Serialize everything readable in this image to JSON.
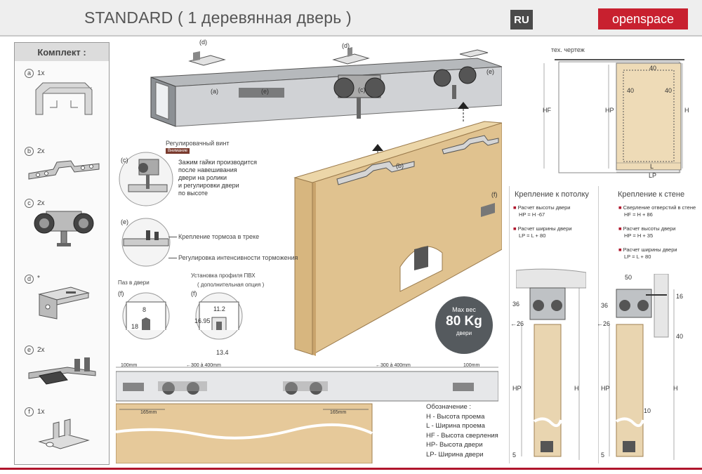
{
  "header": {
    "title": "STANDARD ( 1 деревянная дверь )",
    "lang": "RU",
    "logo_text": "openspace",
    "brand_color": "#c8202f"
  },
  "kit": {
    "title": "Комплект :",
    "items": [
      {
        "letter": "a",
        "qty": "1x",
        "icon": "aluminium-track-profile"
      },
      {
        "letter": "b",
        "qty": "2x",
        "icon": "door-mounting-plate"
      },
      {
        "letter": "c",
        "qty": "2x",
        "icon": "roller-carriage"
      },
      {
        "letter": "d",
        "qty": "*",
        "icon": "ceiling-bracket"
      },
      {
        "letter": "e",
        "qty": "2x",
        "icon": "track-stopper"
      },
      {
        "letter": "f",
        "qty": "1x",
        "icon": "floor-guide"
      }
    ]
  },
  "callouts": {
    "a": "(a)",
    "b": "(b)",
    "c": "(c)",
    "d": "(d)",
    "e": "(e)",
    "f": "(f)"
  },
  "adjust": {
    "title": "Регулировачный винт",
    "warning": "Внимание",
    "note_lines": [
      "Зажим гайки производится",
      "после навешивания",
      "двери на ролики",
      "и регулировки двери",
      "по высоте"
    ]
  },
  "brake": {
    "line1": "Крепление тормоза в треке",
    "line2": "Регулировка интенсивности торможения"
  },
  "groove": {
    "title": "Паз в двери",
    "dim_8": "8",
    "dim_18": "18"
  },
  "pvc": {
    "title": "Установка профиля ПВХ",
    "subtitle": "( дополнительная опция )",
    "dim_112": "11.2",
    "dim_1695": "16.95",
    "dim_134": "13.4"
  },
  "weight": {
    "label": "Max вес",
    "value": "80 Kg",
    "unit": "двери"
  },
  "track_plan": {
    "dim_left": "100mm",
    "dim_mid_left": "←300 à 400mm",
    "dim_mid_right": "←300 à 400mm",
    "dim_right": "100mm",
    "door_left": "165mm",
    "door_right": "165mm"
  },
  "legend": {
    "title": "Обозначение :",
    "items": [
      "H - Высота проема",
      "L - Ширина проема",
      "HF - Высота сверления",
      "HP- Высота двери",
      "LP- Ширина двери"
    ]
  },
  "tech": {
    "title": "тех. чертеж",
    "hf": "HF",
    "hp": "HP",
    "h": "H",
    "l": "L",
    "lp": "LP",
    "d40_top": "40",
    "d40_left": "40",
    "d40_right": "40"
  },
  "ceiling": {
    "title": "Крепление к потолку",
    "items": [
      {
        "line1": "Расчет высоты двери",
        "line2": "HP = H -67"
      },
      {
        "line1": "Расчет ширины двери",
        "line2": "LP = L + 80"
      }
    ],
    "dims": {
      "d36": "36",
      "d26": "←26",
      "hp": "HP",
      "h": "H",
      "d5": "5"
    }
  },
  "wall": {
    "title": "Крепление к стене",
    "items": [
      {
        "line1": "Сверление отверстий в стене",
        "line2": "HF = H + 86"
      },
      {
        "line1": "Расчет высоты двери",
        "line2": "HP = H + 35"
      },
      {
        "line1": "Расчет ширины двери",
        "line2": "LP = L + 80"
      }
    ],
    "dims": {
      "d50": "50",
      "d36": "36",
      "d16": "16",
      "d26": "←26",
      "d40": "40",
      "d10": "10",
      "hp": "HP",
      "h": "H",
      "d5": "5"
    }
  }
}
